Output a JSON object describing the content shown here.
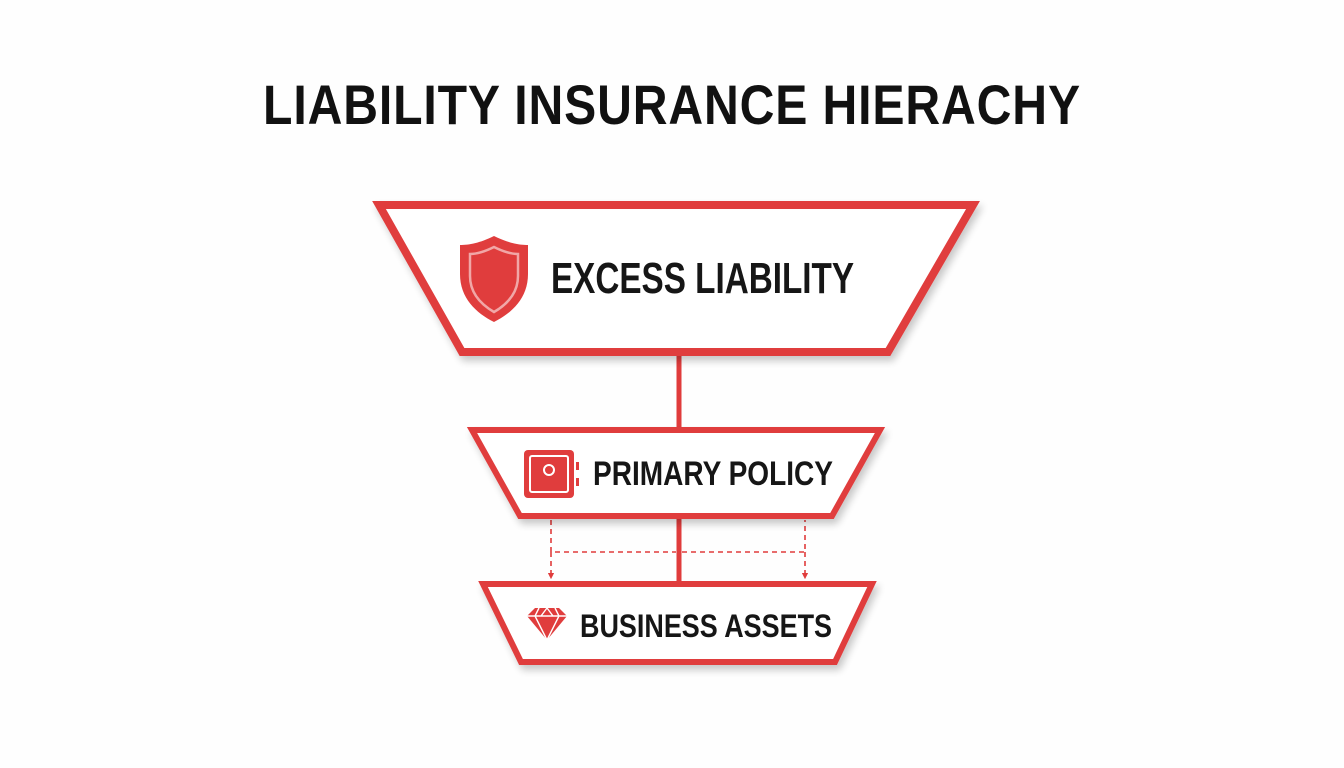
{
  "title": "LIABILITY INSURANCE HIERACHY",
  "tiers": [
    {
      "label": "EXCESS LIABILITY",
      "icon": "shield-icon"
    },
    {
      "label": "PRIMARY POLICY",
      "icon": "safe-icon"
    },
    {
      "label": "BUSINESS ASSETS",
      "icon": "diamond-icon"
    }
  ],
  "colors": {
    "accent": "#e03c3c",
    "text": "#141414",
    "background": "#ffffff"
  }
}
